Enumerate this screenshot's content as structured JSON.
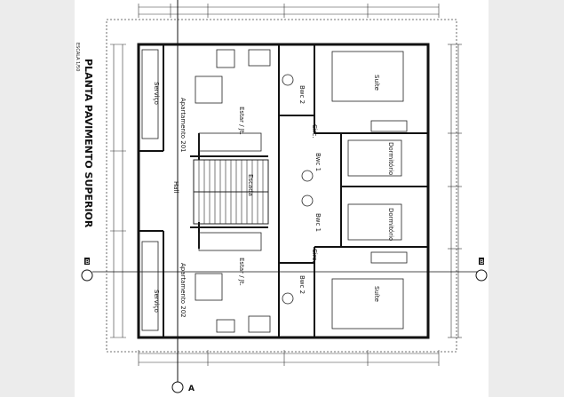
{
  "title": "PLANTA PAVIMENTO SUPERIOR",
  "scale": "ESCALA 1/50",
  "section_markers": {
    "a": "A",
    "b": "B"
  },
  "apartments": {
    "top": "Apartamento 201",
    "bottom": "Apartamento 202"
  },
  "rooms": {
    "sala_top": "Estar / Jt.",
    "sala_bottom": "Estar / Jt.",
    "servico_top": "Serviço",
    "servico_bottom": "Serviço",
    "suite_top": "Suíte",
    "suite_bottom": "Suíte",
    "dorm_top": "Dormitório",
    "dorm_bottom": "Dormitório",
    "bwc2_top": "Bwc 2",
    "bwc2_bottom": "Bwc 2",
    "bwc1_top": "Bwc 1",
    "bwc1_bottom": "Bwc 1",
    "circ_top": "Circ.",
    "circ_bottom": "Circ.",
    "hall": "Hall",
    "escada": "Escada"
  }
}
